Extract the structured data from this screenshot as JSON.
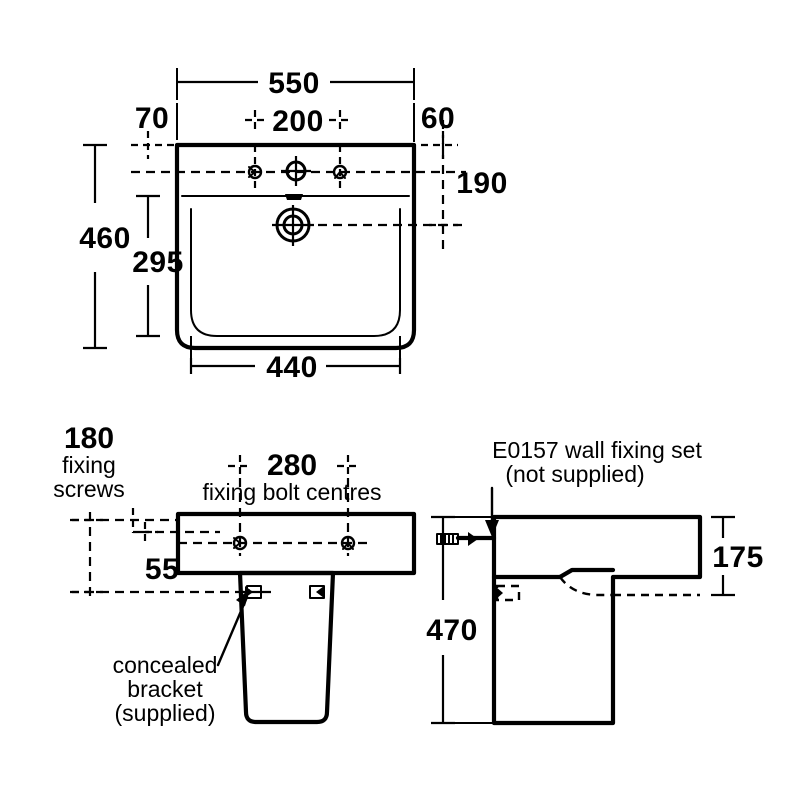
{
  "drawing": {
    "title": "Wash basin technical dimension drawing",
    "units": "mm",
    "line_color": "#000000",
    "background_color": "#ffffff"
  },
  "views": {
    "plan": {
      "name": "plan-view",
      "dimensions": {
        "overall_width": "550",
        "left_fixing_offset": "70",
        "bolt_centres_top": "200",
        "right_fixing_offset": "60",
        "overall_depth": "460",
        "bowl_depth": "295",
        "bowl_width": "440",
        "fixing_depth": "190"
      }
    },
    "front": {
      "name": "front-elevation-view",
      "dimensions": {
        "fixing_screws": "180",
        "fixing_screws_label_line1": "fixing",
        "fixing_screws_label_line2": "screws",
        "bolt_centres": "280",
        "bolt_centres_label": "fixing bolt centres",
        "bracket_offset": "55"
      },
      "annotations": {
        "concealed_bracket_line1": "concealed",
        "concealed_bracket_line2": "bracket",
        "concealed_bracket_line3": "(supplied)"
      }
    },
    "side": {
      "name": "side-elevation-view",
      "dimensions": {
        "overall_height": "470",
        "basin_projection": "175"
      },
      "annotations": {
        "wall_fixing_line1": "E0157 wall fixing set",
        "wall_fixing_line2": "(not supplied)"
      }
    }
  },
  "features": {
    "tap_hole": "tap-hole",
    "waste_outlet": "waste-outlet",
    "fixing_bolt_left": "fixing-bolt-left",
    "fixing_bolt_right": "fixing-bolt-right"
  }
}
